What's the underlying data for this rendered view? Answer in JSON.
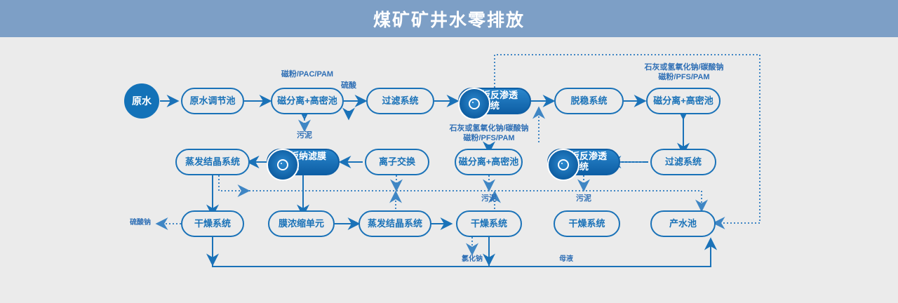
{
  "header": {
    "title": "煤矿矿井水零排放"
  },
  "colors": {
    "header_bg": "#7d9fc6",
    "canvas_bg": "#ebebeb",
    "line": "#1a72b8",
    "node_border": "#1a72b8",
    "node_text": "#1a72b8",
    "filled_node_bg": "#1372b8",
    "filled_node_text": "#ffffff",
    "caption_text": "#2f6fb5"
  },
  "diagram": {
    "type": "process-flow",
    "nodes": [
      {
        "id": "raw-water",
        "label": "原水",
        "shape": "circle",
        "style": "filled",
        "row": 1
      },
      {
        "id": "raw-water-tank",
        "label": "原水调节池",
        "shape": "rounded",
        "style": "outline",
        "row": 1
      },
      {
        "id": "mag-sep-1",
        "label": "磁分离+高密池",
        "shape": "rounded",
        "style": "outline",
        "row": 1
      },
      {
        "id": "filter-1",
        "label": "过滤系统",
        "shape": "rounded",
        "style": "outline",
        "row": 1
      },
      {
        "id": "ro-membrane-1",
        "label": "平板反渗透膜系统",
        "shape": "rounded",
        "style": "filled",
        "icon": "disc-icon",
        "row": 1
      },
      {
        "id": "destab",
        "label": "脱稳系统",
        "shape": "rounded",
        "style": "outline",
        "row": 1
      },
      {
        "id": "mag-sep-2",
        "label": "磁分离+高密池",
        "shape": "rounded",
        "style": "outline",
        "row": 1
      },
      {
        "id": "evap-cryst-1",
        "label": "蒸发结晶系统",
        "shape": "rounded",
        "style": "outline",
        "row": 2
      },
      {
        "id": "nf-membrane",
        "label": "平板纳滤膜系统",
        "shape": "rounded",
        "style": "filled",
        "icon": "disc-icon",
        "row": 2
      },
      {
        "id": "ion-exchange",
        "label": "离子交换",
        "shape": "rounded",
        "style": "outline",
        "row": 2
      },
      {
        "id": "mag-sep-3",
        "label": "磁分离+高密池",
        "shape": "rounded",
        "style": "outline",
        "row": 2
      },
      {
        "id": "ro-membrane-2",
        "label": "平板反渗透膜系统",
        "shape": "rounded",
        "style": "filled",
        "icon": "disc-icon",
        "row": 2
      },
      {
        "id": "filter-2",
        "label": "过滤系统",
        "shape": "rounded",
        "style": "outline",
        "row": 2
      },
      {
        "id": "dryer-1",
        "label": "干燥系统",
        "shape": "rounded",
        "style": "outline",
        "row": 3
      },
      {
        "id": "membrane-conc",
        "label": "膜浓缩单元",
        "shape": "rounded",
        "style": "outline",
        "row": 3
      },
      {
        "id": "evap-cryst-2",
        "label": "蒸发结晶系统",
        "shape": "rounded",
        "style": "outline",
        "row": 3
      },
      {
        "id": "dryer-2",
        "label": "干燥系统",
        "shape": "rounded",
        "style": "outline",
        "row": 3
      },
      {
        "id": "dryer-3",
        "label": "干燥系统",
        "shape": "rounded",
        "style": "outline",
        "row": 3
      },
      {
        "id": "product-pond",
        "label": "产水池",
        "shape": "rounded",
        "style": "outline",
        "row": 3
      }
    ],
    "captions": [
      {
        "id": "dosing-1",
        "text": "磁粉/PAC/PAM"
      },
      {
        "id": "sludge-1",
        "text": "污泥"
      },
      {
        "id": "acid-1",
        "text": "硫酸"
      },
      {
        "id": "dosing-2",
        "text": "石灰或氢氧化钠/碳酸钠\n磁粉/PFS/PAM"
      },
      {
        "id": "dosing-3",
        "text": "石灰或氢氧化钠/碳酸钠\n磁粉/PFS/PAM"
      },
      {
        "id": "sludge-2",
        "text": "污泥"
      },
      {
        "id": "sludge-3",
        "text": "污泥"
      },
      {
        "id": "sodium-sulfate",
        "text": "硫酸钠"
      },
      {
        "id": "sodium-chloride",
        "text": "氯化钠"
      },
      {
        "id": "mother-liquor",
        "text": "母液"
      }
    ]
  }
}
